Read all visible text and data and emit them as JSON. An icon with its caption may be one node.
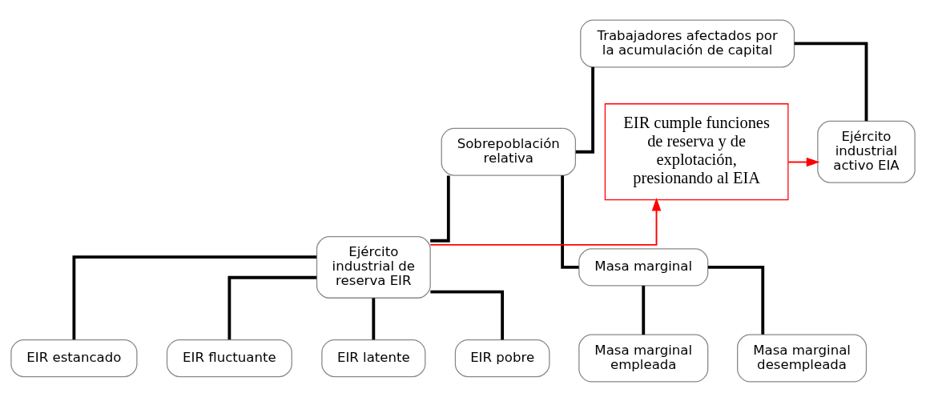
{
  "diagram": {
    "nodes": [
      {
        "text": [
          "Trabajadores afectados por la acumulación de capital"
        ]
      },
      {
        "text": [
          "Ejército industrial activo EIA"
        ]
      },
      {
        "text": [
          "Sobrepoblación relativa"
        ]
      },
      {
        "text": [
          "EIR cumple funciones de reserva y de explotación, presionando al EIA"
        ]
      },
      {
        "text": [
          "Ejército industrial de reserva EIR"
        ]
      },
      {
        "text": [
          "Masa marginal"
        ]
      },
      {
        "text": [
          "EIR estancado"
        ]
      },
      {
        "text": [
          "EIR fluctuante"
        ]
      },
      {
        "text": [
          "EIR latente"
        ]
      },
      {
        "text": [
          "EIR pobre"
        ]
      },
      {
        "text": [
          "Masa marginal empleada"
        ]
      },
      {
        "text": [
          "Masa marginal desempleada"
        ]
      }
    ],
    "edges": [
      {
        "from": 0,
        "to": 1,
        "arrow": "none"
      },
      {
        "from": 0,
        "to": 2,
        "arrow": "none"
      },
      {
        "from": 3,
        "to": 1,
        "arrow": "to",
        "color": "#ff0000"
      },
      {
        "from": 2,
        "to": 4,
        "arrow": "none"
      },
      {
        "from": 2,
        "to": 5,
        "arrow": "none"
      },
      {
        "from": 4,
        "to": 3,
        "arrow": "to",
        "color": "#ff0000"
      },
      {
        "from": 4,
        "to": 6,
        "arrow": "none"
      },
      {
        "from": 4,
        "to": 7,
        "arrow": "none"
      },
      {
        "from": 4,
        "to": 8,
        "arrow": "none"
      },
      {
        "from": 4,
        "to": 9,
        "arrow": "none"
      },
      {
        "from": 5,
        "to": 10,
        "arrow": "none"
      },
      {
        "from": 5,
        "to": 11,
        "arrow": "none"
      }
    ]
  }
}
